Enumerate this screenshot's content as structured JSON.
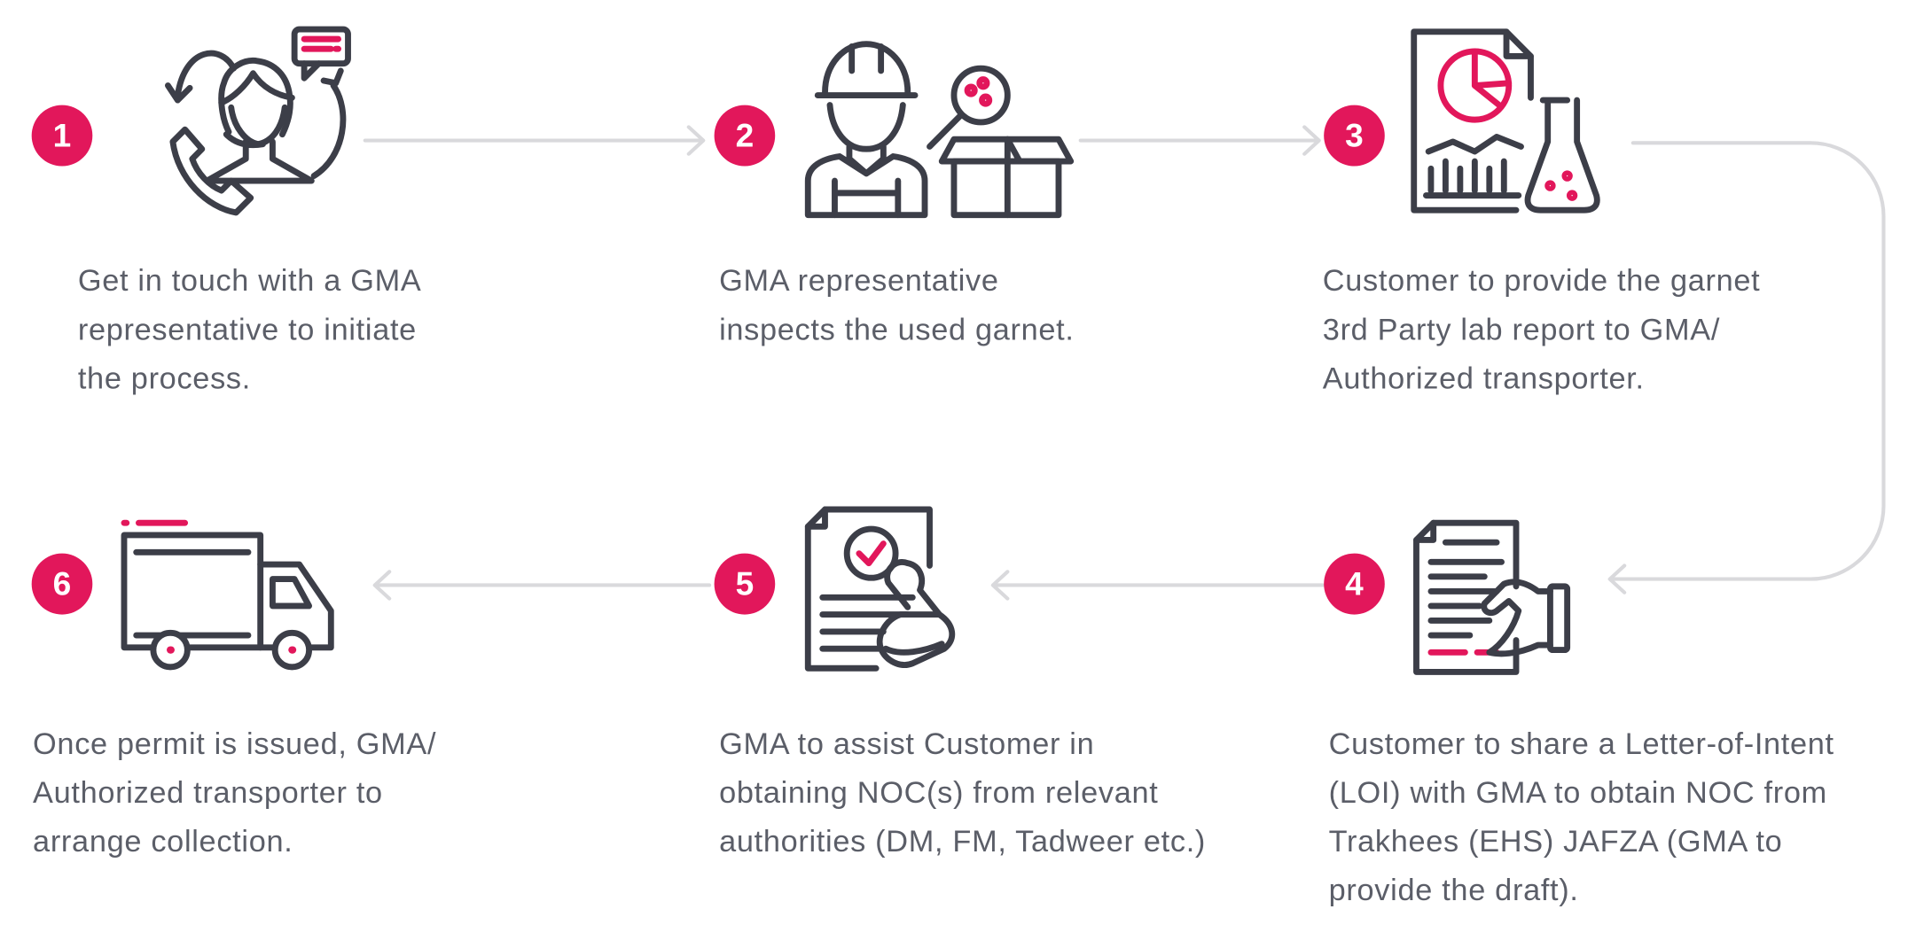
{
  "colors": {
    "accent": "#e2175b",
    "icon_stroke": "#3c3e48",
    "text": "#5b5e68",
    "connector": "#d9d9dc"
  },
  "steps": [
    {
      "number": "1",
      "icon": "customer-support-icon",
      "text": "Get in touch with a GMA\nrepresentative to initiate\nthe process."
    },
    {
      "number": "2",
      "icon": "inspector-icon",
      "text": "GMA representative\ninspects the used garnet."
    },
    {
      "number": "3",
      "icon": "lab-report-icon",
      "text": "Customer to provide the garnet\n3rd Party lab report to GMA/\nAuthorized transporter."
    },
    {
      "number": "4",
      "icon": "letter-of-intent-icon",
      "text": "Customer to share a Letter-of-Intent\n(LOI) with GMA to obtain NOC from\nTrakhees (EHS) JAFZA (GMA to\nprovide the draft)."
    },
    {
      "number": "5",
      "icon": "approved-document-icon",
      "text": "GMA to assist Customer in\nobtaining NOC(s) from relevant\nauthorities (DM, FM, Tadweer etc.)"
    },
    {
      "number": "6",
      "icon": "delivery-truck-icon",
      "text": "Once permit is issued, GMA/\nAuthorized transporter to\narrange collection."
    }
  ]
}
